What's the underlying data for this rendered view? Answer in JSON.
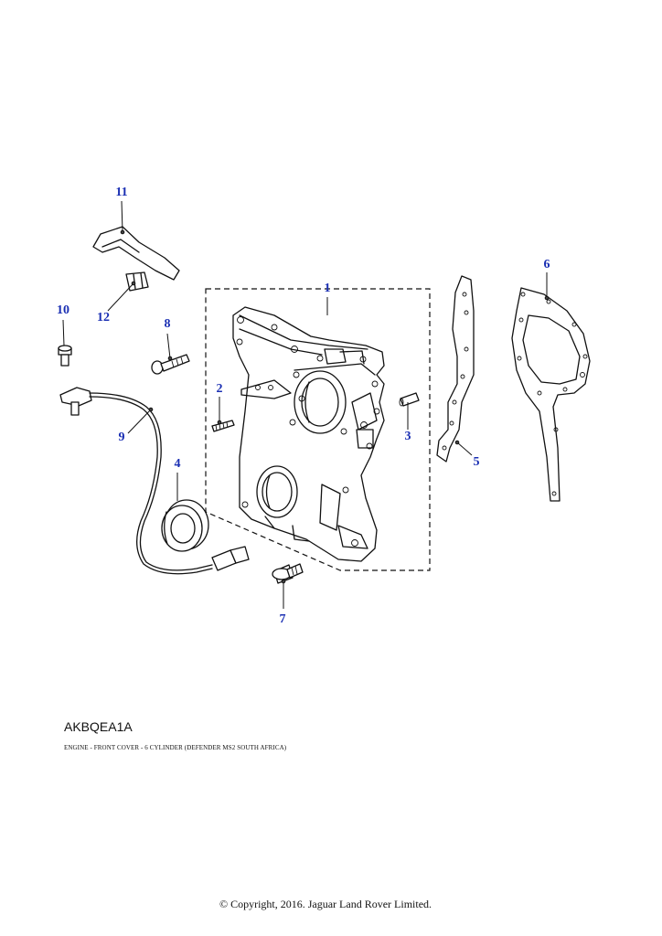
{
  "diagram": {
    "callouts": [
      {
        "id": "1",
        "label": "1"
      },
      {
        "id": "2",
        "label": "2"
      },
      {
        "id": "3",
        "label": "3"
      },
      {
        "id": "4",
        "label": "4"
      },
      {
        "id": "5",
        "label": "5"
      },
      {
        "id": "6",
        "label": "6"
      },
      {
        "id": "7",
        "label": "7"
      },
      {
        "id": "8",
        "label": "8"
      },
      {
        "id": "9",
        "label": "9"
      },
      {
        "id": "10",
        "label": "10"
      },
      {
        "id": "11",
        "label": "11"
      },
      {
        "id": "12",
        "label": "12"
      }
    ],
    "callout_color": "#1a2fb3"
  },
  "footer": {
    "illustration_code": "AKBQEA1A",
    "caption": "ENGINE - FRONT COVER - 6 CYLINDER  (DEFENDER MS2 SOUTH AFRICA)",
    "copyright": "© Copyright, 2016. Jaguar Land Rover Limited."
  }
}
